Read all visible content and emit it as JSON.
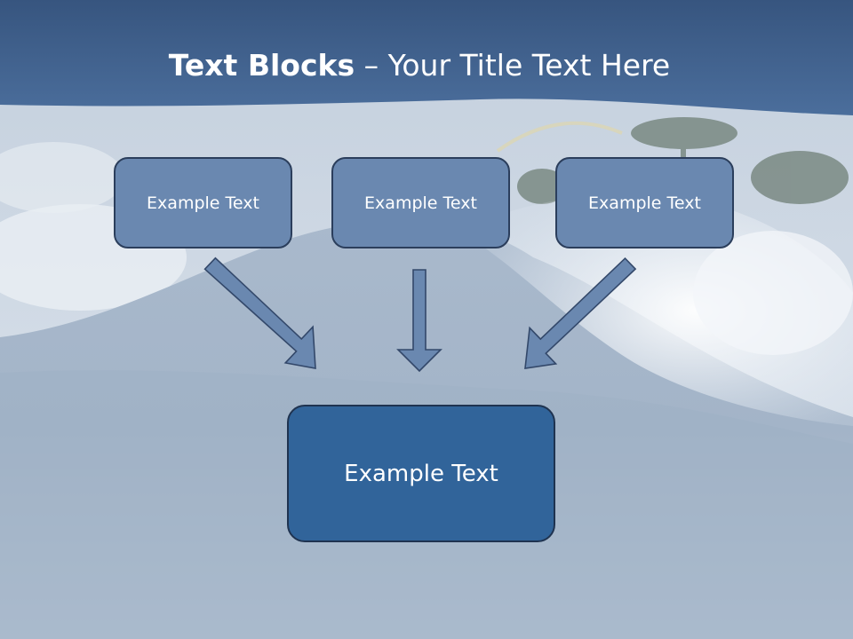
{
  "title": {
    "bold": "Text Blocks",
    "rest": " – Your Title Text Here"
  },
  "boxes": {
    "top_left": "Example Text",
    "top_center": "Example Text",
    "top_right": "Example Text",
    "bottom": "Example Text"
  },
  "colors": {
    "header_band": "#3f6291",
    "box_fill": "#6a88b0",
    "box_bottom_fill": "#31649a",
    "arrow_fill": "#6a88b0",
    "arrow_stroke": "#33486a"
  }
}
